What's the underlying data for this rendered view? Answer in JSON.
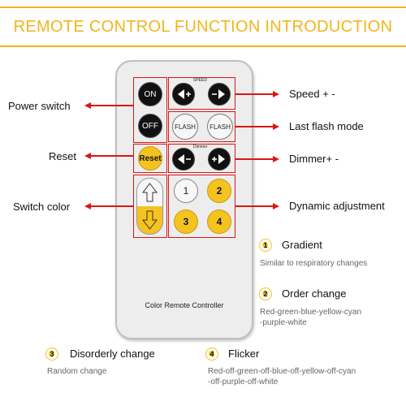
{
  "header": {
    "title": "REMOTE CONTROL FUNCTION INTRODUCTION"
  },
  "remote": {
    "name": "Color Remote Controller",
    "buttons": {
      "on": "ON",
      "off": "OFF",
      "reset": "Reset",
      "flash_left": "FLASH",
      "flash_right": "FLASH",
      "n1": "1",
      "n2": "2",
      "n3": "3",
      "n4": "4"
    },
    "small_labels": {
      "speed": "SPEED",
      "dimmer": "Dimmer"
    }
  },
  "labels": {
    "power": "Power switch",
    "reset": "Reset",
    "switch_color": "Switch color",
    "speed": "Speed + -",
    "flash": "Last flash mode",
    "dimmer": "Dimmer+ -",
    "dynamic": "Dynamic adjustment"
  },
  "legend": [
    {
      "num": "1",
      "title": "Gradient",
      "desc": "Similar to respiratory changes"
    },
    {
      "num": "2",
      "title": "Order change",
      "desc": "Red-green-blue-yellow-cyan\n-purple-white"
    },
    {
      "num": "3",
      "title": "Disorderly change",
      "desc": "Random change"
    },
    {
      "num": "4",
      "title": "Flicker",
      "desc": "Red-off-green-off-blue-off-yellow-off-cyan\n-off-purple-off-white"
    }
  ],
  "colors": {
    "accent": "#f2b51d",
    "annotation_red": "#d81818",
    "button_yellow": "#f5c320"
  }
}
